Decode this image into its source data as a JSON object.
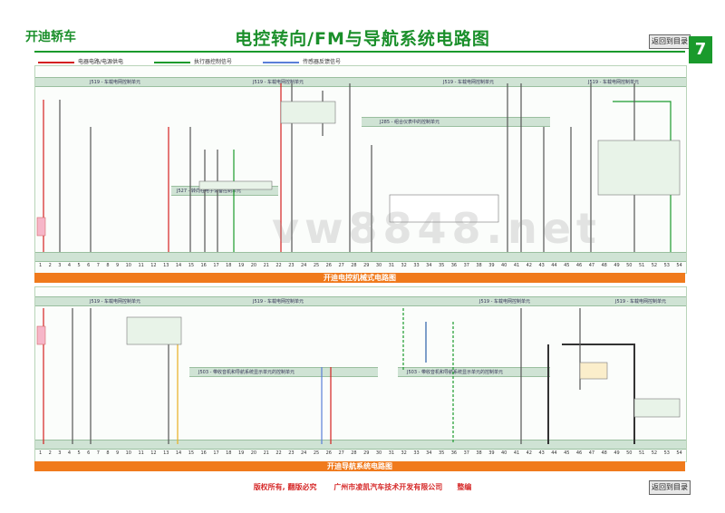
{
  "header": {
    "left_title": "开迪轿车",
    "main_title": "电控转向/FM与导航系统电路图",
    "back_label": "返回到目录",
    "page_number": "7"
  },
  "legend": {
    "items": [
      {
        "label": "电器电路/电源供电",
        "color": "#d42020"
      },
      {
        "label": "执行器控制信号",
        "color": "#1a9a2c"
      },
      {
        "label": "传感器反馈信号",
        "color": "#5a7fd8"
      }
    ]
  },
  "upper": {
    "buses": [
      "J519 - 车载电网控制单元",
      "J519 - 车载电网控制单元",
      "J519 - 车载电网控制单元",
      "J519 - 车载电网控制单元"
    ],
    "inner_buses": [
      "J285 - 组合仪表中的控制单元",
      "J527 - 转向柱电子设备控制单元"
    ],
    "pin_labels": [
      "1",
      "2",
      "3",
      "4",
      "5",
      "6",
      "7",
      "8",
      "9",
      "10",
      "11",
      "12",
      "13",
      "14",
      "15",
      "16",
      "17",
      "18",
      "19",
      "20",
      "21",
      "22",
      "23",
      "24",
      "25",
      "26",
      "27",
      "28",
      "29",
      "30",
      "31",
      "32",
      "33",
      "34",
      "35",
      "36",
      "37",
      "38",
      "39",
      "40",
      "41",
      "42",
      "43",
      "44",
      "45",
      "46",
      "47",
      "48",
      "49",
      "50",
      "51",
      "52",
      "53",
      "54"
    ],
    "section_title": "开迪电控机械式电路图"
  },
  "lower": {
    "buses": [
      "J519 - 车载电网控制单元",
      "J519 - 车载电网控制单元",
      "J519 - 车载电网控制单元",
      "J519 - 车载电网控制单元"
    ],
    "inner_buses": [
      "J503 - 带收音机和导航系统显示单元的控制单元",
      "J503 - 带收音机和导航系统显示单元的控制单元"
    ],
    "pin_labels": [
      "1",
      "2",
      "3",
      "4",
      "5",
      "6",
      "7",
      "8",
      "9",
      "10",
      "11",
      "12",
      "13",
      "14",
      "15",
      "16",
      "17",
      "18",
      "19",
      "20",
      "21",
      "22",
      "23",
      "24",
      "25",
      "26",
      "27",
      "28",
      "29",
      "30",
      "31",
      "32",
      "33",
      "34",
      "35",
      "36",
      "37",
      "38",
      "39",
      "40",
      "41",
      "42",
      "43",
      "44",
      "45",
      "46",
      "47",
      "48",
      "49",
      "50",
      "51",
      "52",
      "53",
      "54"
    ],
    "section_title": "开迪导航系统电路图"
  },
  "watermark": "vw8848.net",
  "footer": {
    "rights": "版权所有, 翻版必究",
    "company": "广州市凌凯汽车技术开发有限公司",
    "compiled": "整编"
  }
}
